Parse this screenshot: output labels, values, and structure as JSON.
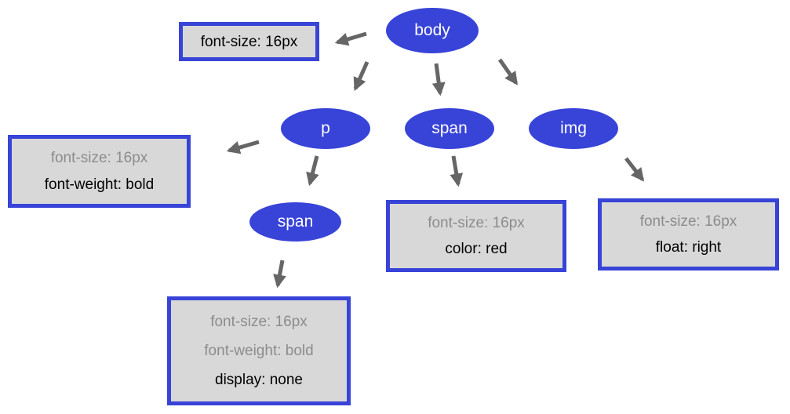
{
  "colors": {
    "node_fill": "#3843d8",
    "node_text": "#ffffff",
    "box_border": "#3843d8",
    "box_fill": "#d8d8d8",
    "inherited_text": "#8c8c8c",
    "declared_text": "#000000",
    "arrow": "#666666"
  },
  "nodes": [
    {
      "id": "body",
      "label": "body"
    },
    {
      "id": "p",
      "label": "p"
    },
    {
      "id": "span-1",
      "label": "span"
    },
    {
      "id": "img",
      "label": "img"
    },
    {
      "id": "span-2",
      "label": "span"
    }
  ],
  "style_boxes": [
    {
      "id": "body-styles",
      "lines": [
        {
          "text": "font-size: 16px",
          "kind": "declared"
        }
      ]
    },
    {
      "id": "p-styles",
      "lines": [
        {
          "text": "font-size: 16px",
          "kind": "inherited"
        },
        {
          "text": "font-weight: bold",
          "kind": "declared"
        }
      ]
    },
    {
      "id": "span-1-styles",
      "lines": [
        {
          "text": "font-size: 16px",
          "kind": "inherited"
        },
        {
          "text": "color: red",
          "kind": "declared"
        }
      ]
    },
    {
      "id": "img-styles",
      "lines": [
        {
          "text": "font-size: 16px",
          "kind": "inherited"
        },
        {
          "text": "float: right",
          "kind": "declared"
        }
      ]
    },
    {
      "id": "span-2-styles",
      "lines": [
        {
          "text": "font-size: 16px",
          "kind": "inherited"
        },
        {
          "text": "font-weight: bold",
          "kind": "inherited"
        },
        {
          "text": "display: none",
          "kind": "declared"
        }
      ]
    }
  ]
}
